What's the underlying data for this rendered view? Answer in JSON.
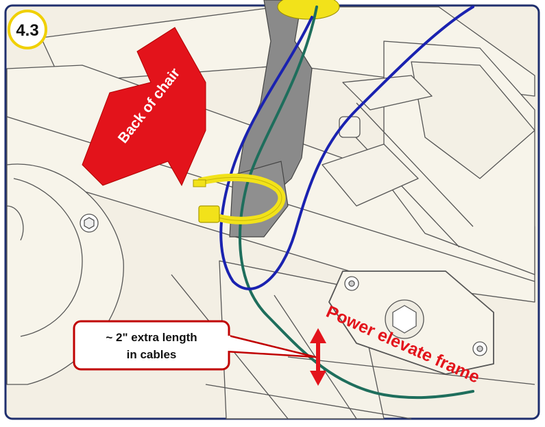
{
  "step_badge": "4.3",
  "arrow_label": "Back of chair",
  "frame_label": "Power elevate frame",
  "callout": {
    "line1": "~ 2\" extra length",
    "line2": "in cables"
  },
  "colors": {
    "background": "#f3efe4",
    "border": "#1f2f6e",
    "accent_red": "#e3131b",
    "cable_blue": "#1a22b0",
    "cable_green": "#1e6e5c",
    "tie_yellow": "#f2e21a",
    "badge_ring": "#f0d000",
    "part_gray": "#8a8a8a"
  }
}
